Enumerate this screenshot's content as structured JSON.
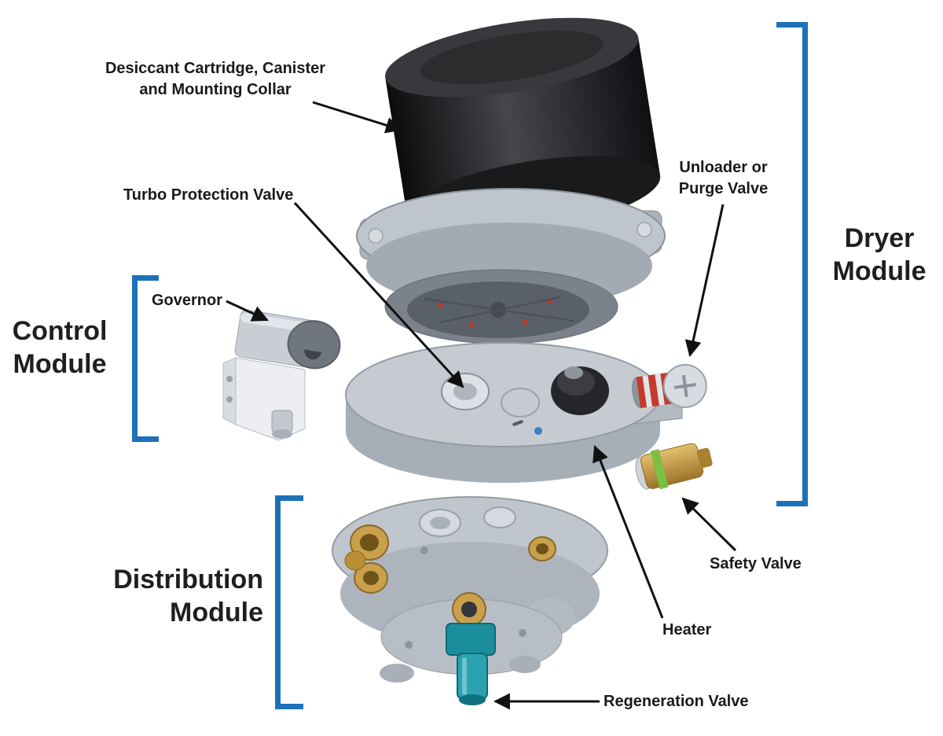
{
  "colors": {
    "bracket-blue": "#1d71b8",
    "label-text": "#1a1a1a",
    "module-text": "#211e1f",
    "teal-valve": "#1b8e9e",
    "brass": "#caa04c",
    "red-ring": "#c23b2e",
    "green-band": "#7ac143",
    "canister-black": "#1b1b1d",
    "casting-gray": "#b9bfc7"
  },
  "labels": {
    "desiccant": "Desiccant Cartridge, Canister\nand Mounting Collar",
    "turbo": "Turbo Protection Valve",
    "unloader": "Unloader or\nPurge Valve",
    "governor": "Governor",
    "safety": "Safety Valve",
    "heater": "Heater",
    "regeneration": "Regeneration Valve"
  },
  "modules": {
    "dryer": "Dryer\nModule",
    "control": "Control\nModule",
    "distribution": "Distribution\nModule"
  }
}
